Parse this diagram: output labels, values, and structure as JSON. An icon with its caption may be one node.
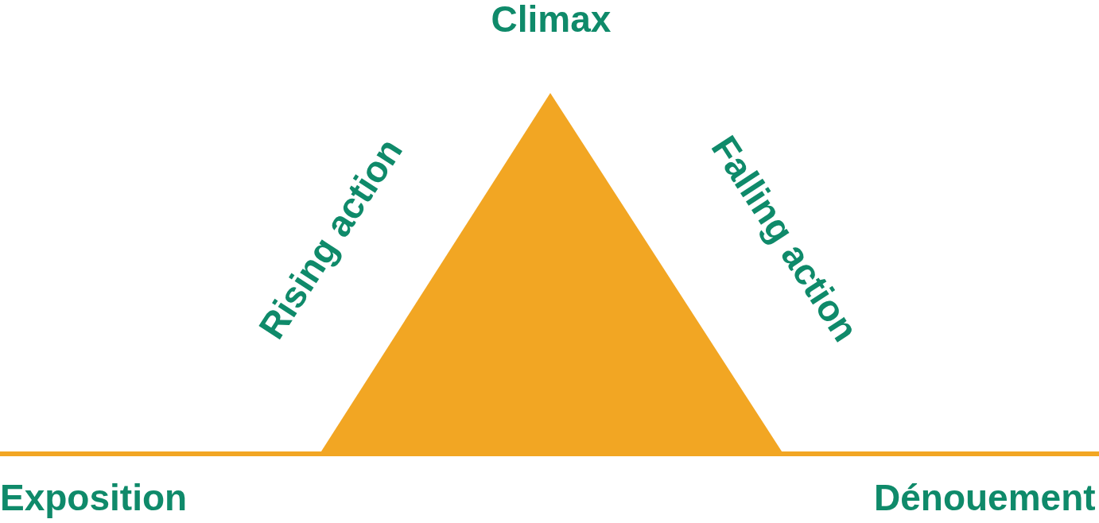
{
  "diagram": {
    "labels": [
      "Climax",
      "Rising action",
      "Falling action",
      "Exposition",
      "Dénouement"
    ]
  }
}
